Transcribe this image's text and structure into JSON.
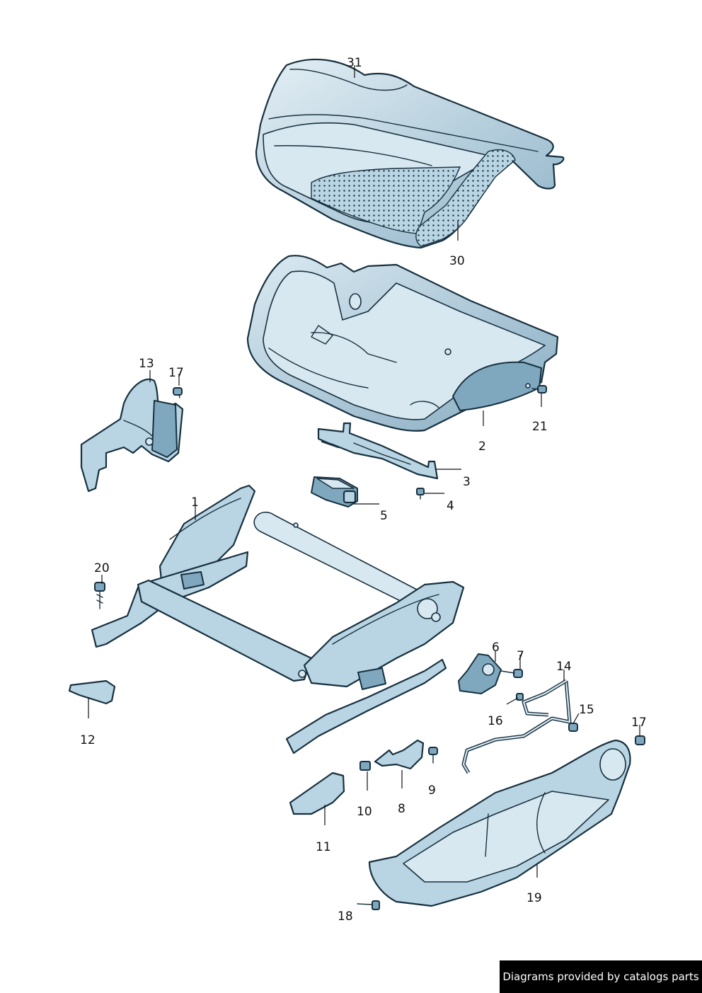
{
  "labels": {
    "p1": "1",
    "p2": "2",
    "p3": "3",
    "p4": "4",
    "p5": "5",
    "p6": "6",
    "p7": "7",
    "p8": "8",
    "p9": "9",
    "p10": "10",
    "p11": "11",
    "p12": "12",
    "p13": "13",
    "p14": "14",
    "p15": "15",
    "p16": "16",
    "p17a": "17",
    "p17b": "17",
    "p18": "18",
    "p19": "19",
    "p20": "20",
    "p21": "21",
    "p30": "30",
    "p31": "31"
  },
  "footer": {
    "text": "Diagrams provided by catalogs parts"
  }
}
